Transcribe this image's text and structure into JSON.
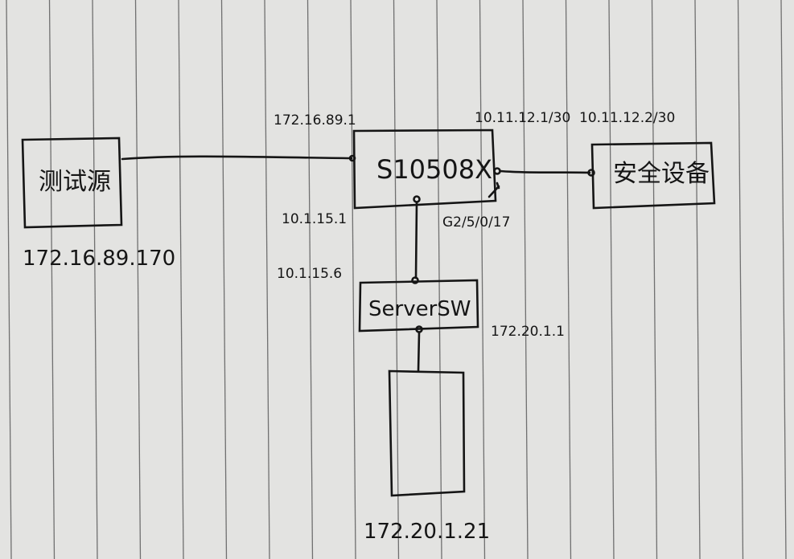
{
  "colors": {
    "paper": "#e4e4e2",
    "rule_line": "#6d6d6d",
    "ink": "#151515"
  },
  "nodes": {
    "test_source": {
      "label": "测试源",
      "ip": "172.16.89.170"
    },
    "core_switch": {
      "label": "S10508X",
      "ip_left": "172.16.89.1",
      "ip_right": "10.11.12.1/30",
      "ip_down": "10.1.15.1",
      "port_down": "G2/5/0/17"
    },
    "security_device": {
      "label": "安全设备",
      "ip": "10.11.12.2/30"
    },
    "server_switch": {
      "label": "ServerSW",
      "ip_up": "10.1.15.6",
      "ip_down": "172.20.1.1"
    },
    "server": {
      "ip": "172.20.1.21"
    }
  }
}
